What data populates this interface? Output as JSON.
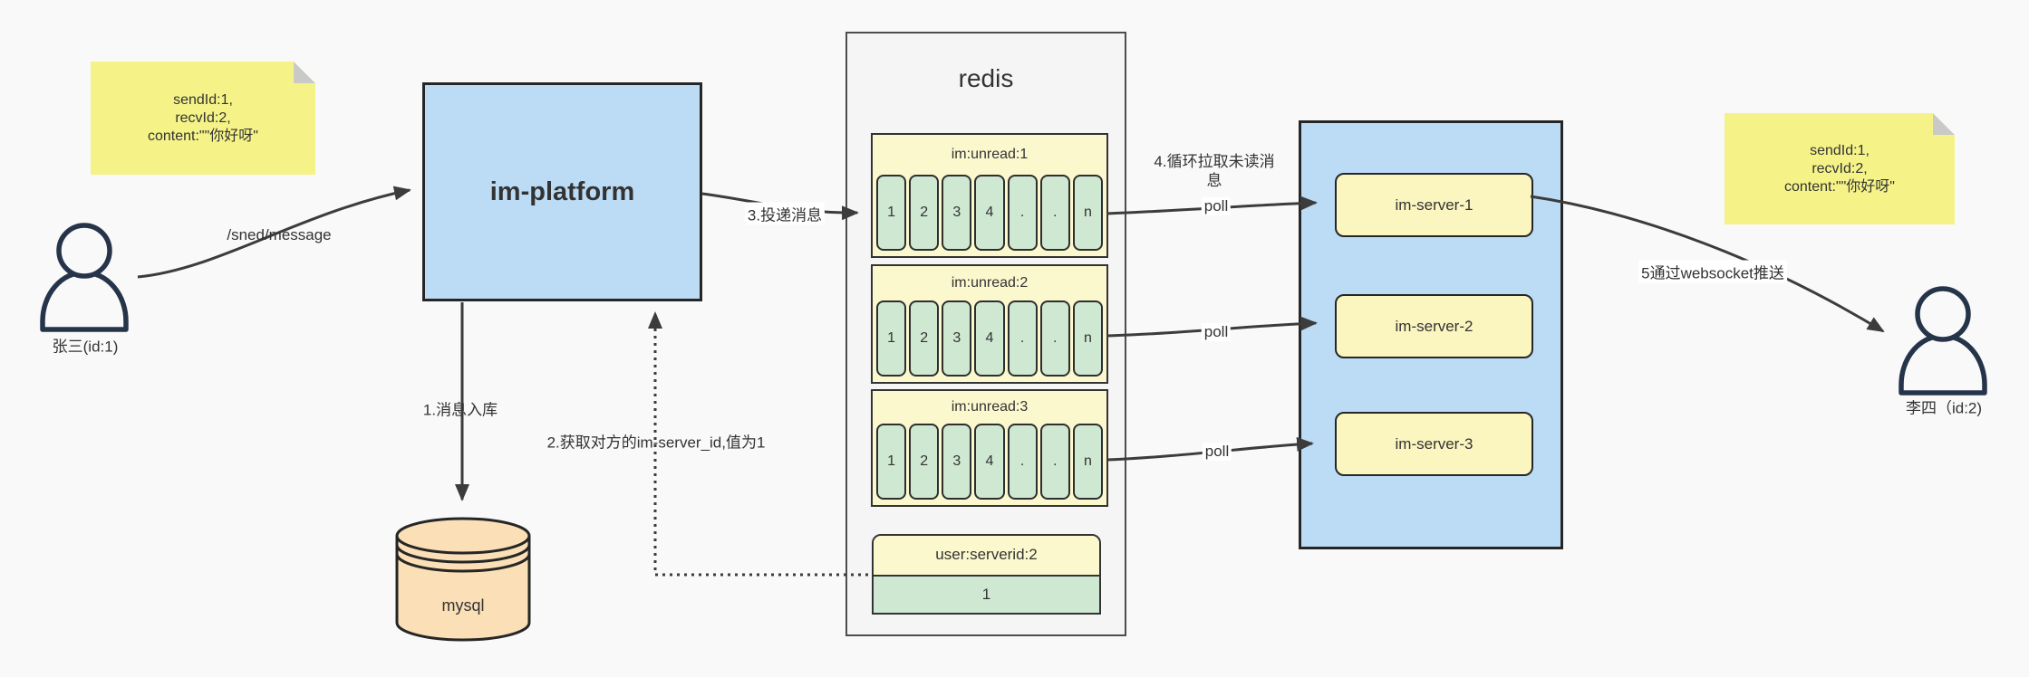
{
  "diagram": {
    "actor_left": {
      "label": "张三(id:1)"
    },
    "actor_right": {
      "label": "李四（id:2)"
    },
    "note_left": {
      "line1": "sendId:1,",
      "line2": "recvId:2,",
      "line3": "content:\"\"你好呀\""
    },
    "note_right": {
      "line1": "sendId:1,",
      "line2": "recvId:2,",
      "line3": "content:\"\"你好呀\""
    },
    "platform": {
      "label": "im-platform"
    },
    "database": {
      "label": "mysql"
    },
    "redis": {
      "title": "redis",
      "queues": [
        {
          "header": "im:unread:1",
          "cells": [
            "1",
            "2",
            "3",
            "4",
            ".",
            ".",
            "n"
          ]
        },
        {
          "header": "im:unread:2",
          "cells": [
            "1",
            "2",
            "3",
            "4",
            ".",
            ".",
            "n"
          ]
        },
        {
          "header": "im:unread:3",
          "cells": [
            "1",
            "2",
            "3",
            "4",
            ".",
            ".",
            "n"
          ]
        }
      ],
      "kv": {
        "header": "user:serverid:2",
        "value": "1"
      }
    },
    "server_cluster": {
      "servers": [
        {
          "label": "im-server-1"
        },
        {
          "label": "im-server-2"
        },
        {
          "label": "im-server-3"
        }
      ]
    },
    "edge_labels": {
      "send": "/sned/message",
      "store": "1.消息入库",
      "lookup": "2.获取对方的im-server_id,值为1",
      "deliver": "3.投递消息",
      "pull": "4.循环拉取未读消息",
      "poll": "poll",
      "push": "5通过websocket推送"
    },
    "colors": {
      "blue_fill": "#bcdcf5",
      "pale_yellow_fill": "#fcf8ce",
      "server_yellow_fill": "#fbf5c0",
      "green_fill": "#cfe8d2",
      "note_yellow_fill": "#f5f388",
      "mysql_orange_fill": "#fadfb7",
      "redis_container_fill": "#f5f5f5",
      "stroke_dark": "#3c3c3c",
      "person_stroke": "#26344a"
    }
  }
}
